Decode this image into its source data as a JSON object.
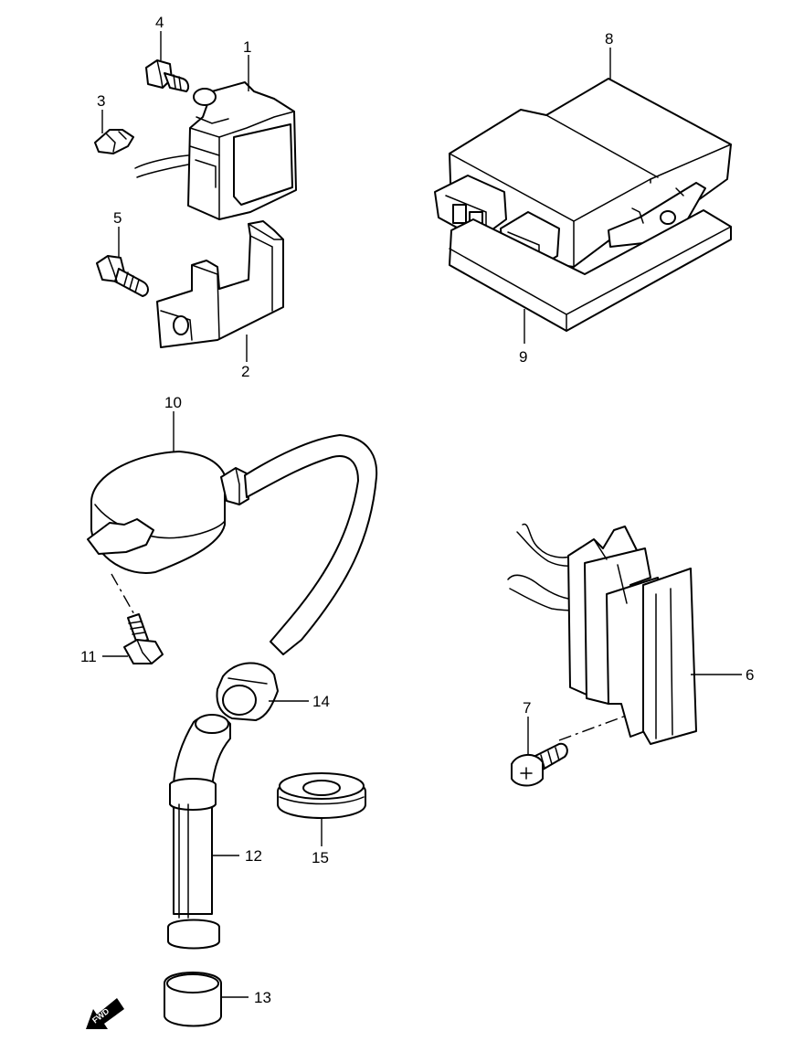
{
  "callouts": [
    {
      "id": "1",
      "text": "1"
    },
    {
      "id": "2",
      "text": "2"
    },
    {
      "id": "3",
      "text": "3"
    },
    {
      "id": "4",
      "text": "4"
    },
    {
      "id": "5",
      "text": "5"
    },
    {
      "id": "6",
      "text": "6"
    },
    {
      "id": "7",
      "text": "7"
    },
    {
      "id": "8",
      "text": "8"
    },
    {
      "id": "9",
      "text": "9"
    },
    {
      "id": "10",
      "text": "10"
    },
    {
      "id": "11",
      "text": "11"
    },
    {
      "id": "12",
      "text": "12"
    },
    {
      "id": "13",
      "text": "13"
    },
    {
      "id": "14",
      "text": "14"
    },
    {
      "id": "15",
      "text": "15"
    }
  ],
  "fwd_arrow": {
    "label": "FWD",
    "icon": "forward-arrow-icon"
  }
}
